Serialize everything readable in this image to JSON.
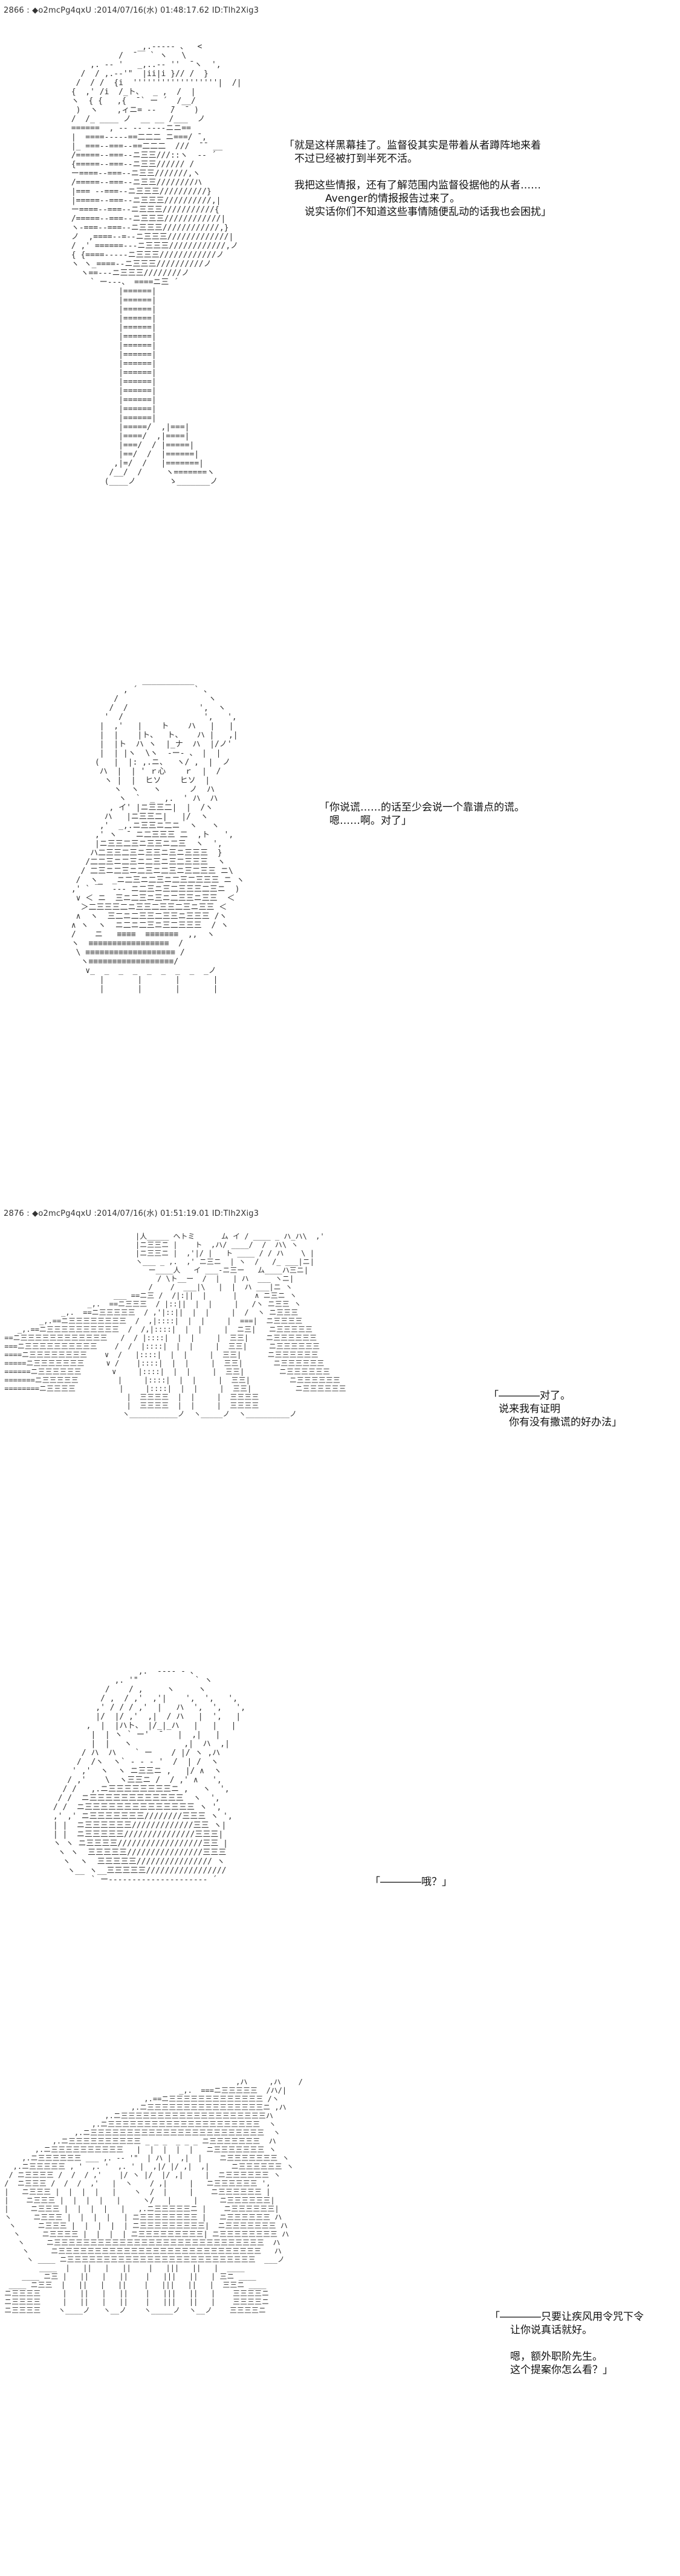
{
  "posts": [
    {
      "header": "2866 : ◆o2mcPg4qxU :2014/07/16(水) 01:48:17.62 ID:Tlh2Xig3",
      "panels": [
        {
          "dialogue": "「就是这样黑幕挂了。监督役其实是带着从者蹲阵地来着\n　不过已经被打到半死不活。\n\n　我把这些情报，还有了解范围内监督役据他的从者……\n　　　　Avenger的情报报告过来了。\n　　说实话你们不知道这些事情随便乱动的话我也会困扰」"
        },
        {
          "dialogue": "「你说谎……的话至少会说一个靠谱点的谎。\n　嗯……啊。对了」"
        }
      ]
    },
    {
      "header": "2876 : ◆o2mcPg4qxU :2014/07/16(水) 01:51:19.01 ID:Tlh2Xig3",
      "panels": [
        {
          "dialogue": "「――――对了。\n　说来我有证明\n　　你有没有撒谎的好办法」"
        },
        {
          "dialogue": "「――――哦？」"
        },
        {
          "dialogue": "「――――只要让疾风用令咒下令\n　　让你说真话就好。\n\n　　嗯，额外职阶先生。\n　　这个提案你怎么看？」"
        }
      ]
    }
  ]
}
